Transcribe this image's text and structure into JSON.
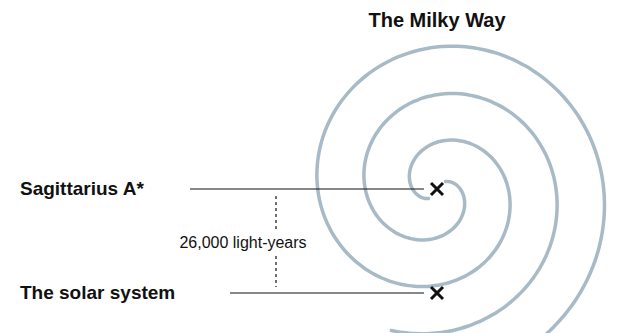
{
  "diagram": {
    "title": "The Milky Way",
    "labels": [
      "Sagittarius A*",
      "26,000 light-years",
      "The solar system"
    ]
  }
}
